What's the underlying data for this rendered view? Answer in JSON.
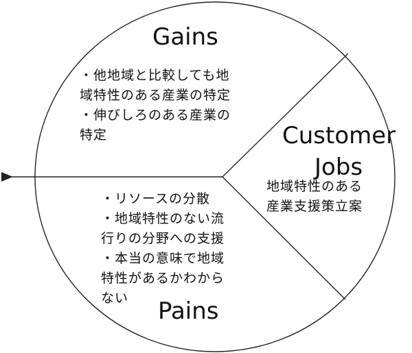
{
  "colors": {
    "stroke": "#222222",
    "text": "#111111",
    "background": "#ffffff"
  },
  "gains": {
    "title": "Gains",
    "lines": [
      "・他地域と比較しても地",
      "域特性のある産業の特定",
      "・伸びしろのある産業の",
      "特定"
    ]
  },
  "customer_jobs": {
    "title_line1": "Customer",
    "title_line2": "Jobs",
    "lines": [
      "地域特性のある",
      "産業支援策立案"
    ]
  },
  "pains": {
    "title": "Pains",
    "lines": [
      "・リソースの分散",
      "・地域特性のない流",
      "行りの分野への支援",
      "・本当の意味で地域",
      "特性があるかわから",
      "ない"
    ]
  }
}
